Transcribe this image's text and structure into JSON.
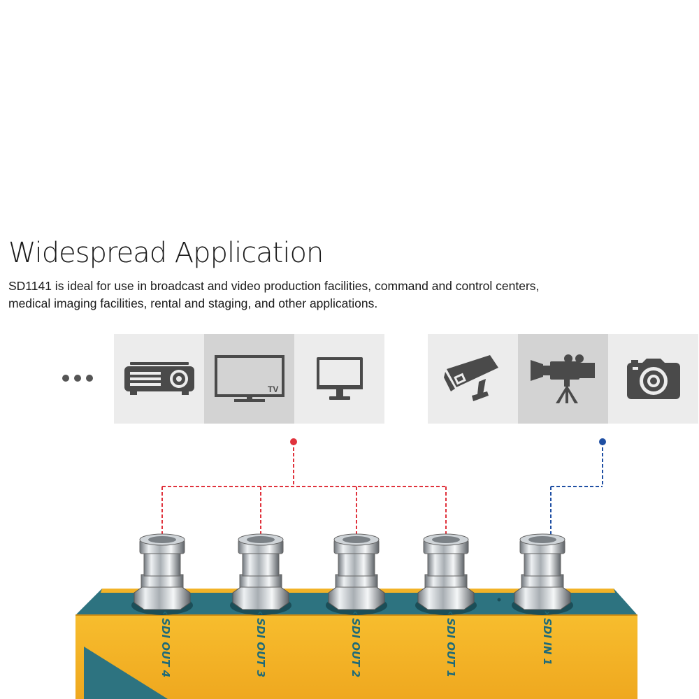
{
  "heading": "Widespread Application",
  "description": {
    "line1": "SD1141 is ideal for use in broadcast and video production facilities, command and control centers,",
    "line2": "medical imaging facilities, rental and staging, and other applications."
  },
  "tv_badge": "TV",
  "output_devices": [
    {
      "icon": "projector-icon"
    },
    {
      "icon": "tv-icon"
    },
    {
      "icon": "monitor-icon"
    }
  ],
  "input_devices": [
    {
      "icon": "security-camera-icon"
    },
    {
      "icon": "video-camera-icon"
    },
    {
      "icon": "photo-camera-icon"
    }
  ],
  "ports": [
    {
      "label": "SDI OUT 4",
      "arrow": "‹",
      "direction": "out"
    },
    {
      "label": "SDI OUT 3",
      "arrow": "‹",
      "direction": "out"
    },
    {
      "label": "SDI OUT 2",
      "arrow": "‹",
      "direction": "out"
    },
    {
      "label": "SDI OUT 1",
      "arrow": "‹",
      "direction": "out"
    },
    {
      "label": "SDI IN 1",
      "arrow": "›",
      "direction": "in"
    }
  ],
  "colors": {
    "output_line": "#e0323c",
    "input_line": "#1f4fa3",
    "chassis_top": "#2d7380",
    "chassis_body": "#f2b327",
    "label_text": "#1e6a78",
    "icon": "#4a4a4a"
  }
}
